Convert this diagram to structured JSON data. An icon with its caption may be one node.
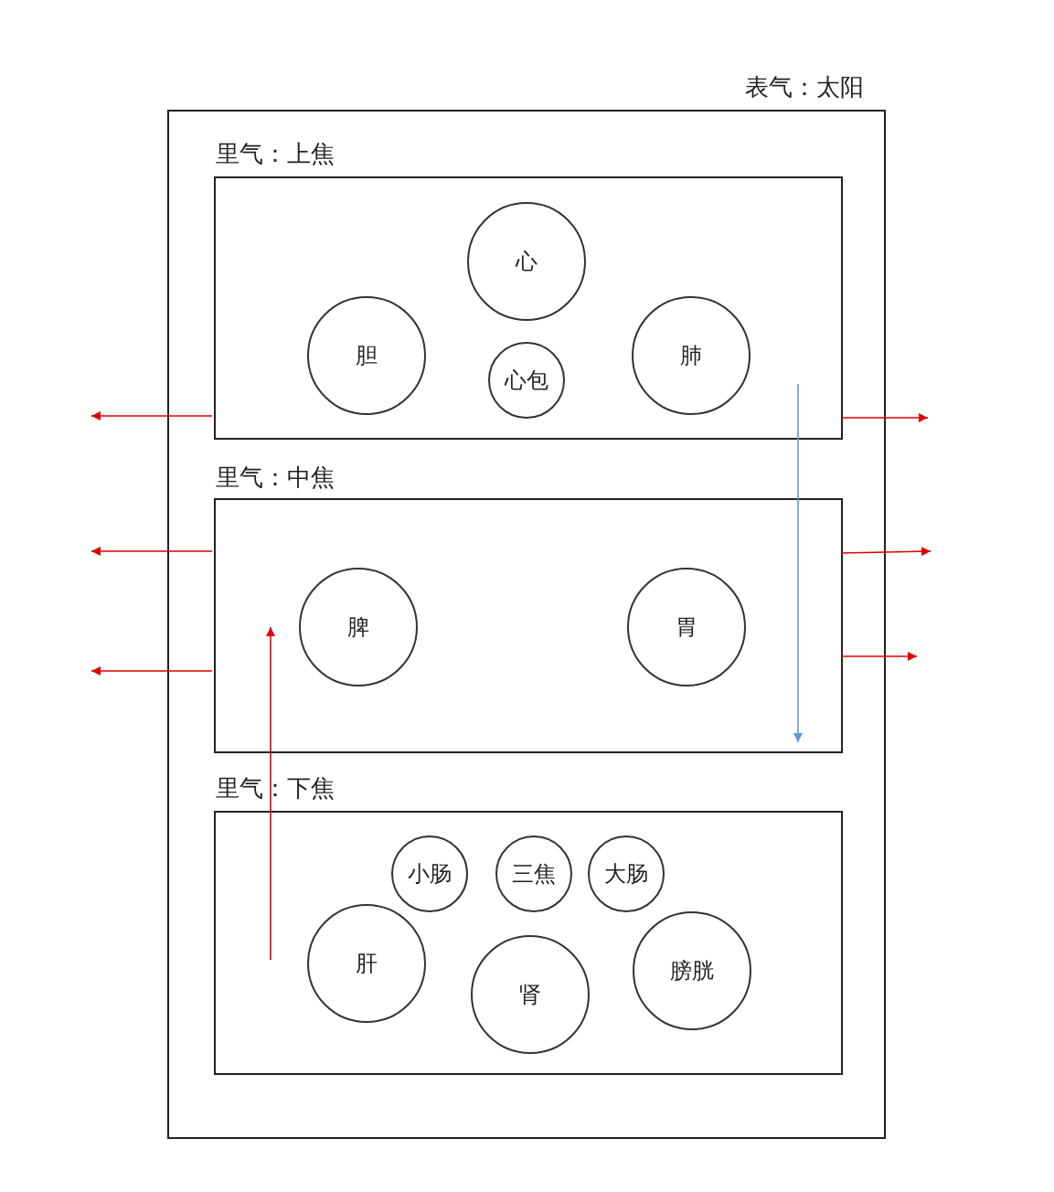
{
  "diagram": {
    "nodes": [
      {
        "text": [
          "表气：太阳"
        ]
      },
      {
        "text": [
          "里气：上焦"
        ],
        "in": 0
      },
      {
        "text": [
          "心"
        ],
        "in": 1
      },
      {
        "text": [
          "胆"
        ],
        "in": 1
      },
      {
        "text": [
          "心包"
        ],
        "in": 1
      },
      {
        "text": [
          "肺"
        ],
        "in": 1
      },
      {
        "text": [
          "里气：中焦"
        ],
        "in": 0
      },
      {
        "text": [
          "脾"
        ],
        "in": 6
      },
      {
        "text": [
          "胃"
        ],
        "in": 6
      },
      {
        "text": [
          "里气：下焦"
        ],
        "in": 0
      },
      {
        "text": [
          "小肠"
        ],
        "in": 9
      },
      {
        "text": [
          "三焦"
        ],
        "in": 9
      },
      {
        "text": [
          "大肠"
        ],
        "in": 9
      },
      {
        "text": [
          "肝"
        ],
        "in": 9
      },
      {
        "text": [
          "肾"
        ],
        "in": 9
      },
      {
        "text": [
          "膀胱"
        ],
        "in": 9
      }
    ],
    "edges": [
      {
        "from": 1,
        "to": null,
        "arrow": "to"
      },
      {
        "from": 6,
        "to": null,
        "arrow": "to"
      },
      {
        "from": 6,
        "to": null,
        "arrow": "to"
      },
      {
        "from": 1,
        "to": null,
        "arrow": "to"
      },
      {
        "from": 6,
        "to": null,
        "arrow": "to"
      },
      {
        "from": 6,
        "to": null,
        "arrow": "to"
      },
      {
        "from": 1,
        "to": 6,
        "arrow": "to",
        "color": "#5b9bd5"
      },
      {
        "from": 13,
        "to": 7,
        "arrow": "to"
      }
    ]
  }
}
